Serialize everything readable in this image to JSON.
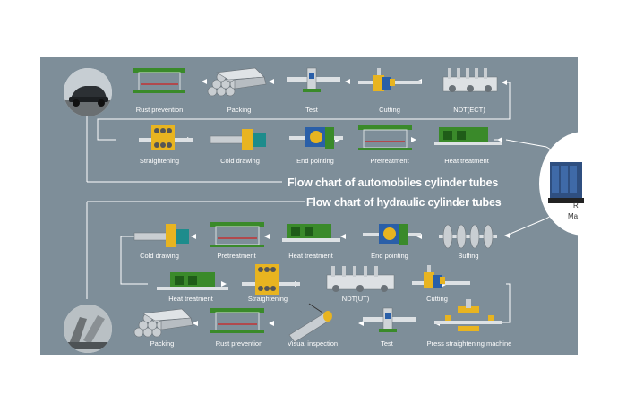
{
  "titles": {
    "automobile": "Flow chart of automobiles cylinder tubes",
    "hydraulic": "Flow chart of hydraulic cylinder tubes"
  },
  "raw_material": {
    "line1": "R",
    "line2": "Ma"
  },
  "auto_row1": [
    "Rust prevention",
    "Packing",
    "Test",
    "Cutting",
    "NDT(ECT)"
  ],
  "auto_row2": [
    "Straightening",
    "Cold drawing",
    "End pointing",
    "Pretreatment",
    "Heat treatment"
  ],
  "hyd_row1": [
    "Cold drawing",
    "Pretreatment",
    "Heat treatment",
    "End pointing",
    "Buffing"
  ],
  "hyd_row2": [
    "Heat treatment",
    "Straightening",
    "NDT(UT)",
    "Cutting"
  ],
  "hyd_row3": [
    "Packing",
    "Rust prevention",
    "Visual inspection",
    "Test",
    "Press straightening machine"
  ],
  "colors": {
    "panel": "#7e8e99",
    "line": "#ffffff",
    "green": "#3a8a2a",
    "yellow": "#e8b420",
    "blue": "#2a5fa8",
    "teal": "#1e8c8c",
    "gray": "#c9ced2"
  }
}
